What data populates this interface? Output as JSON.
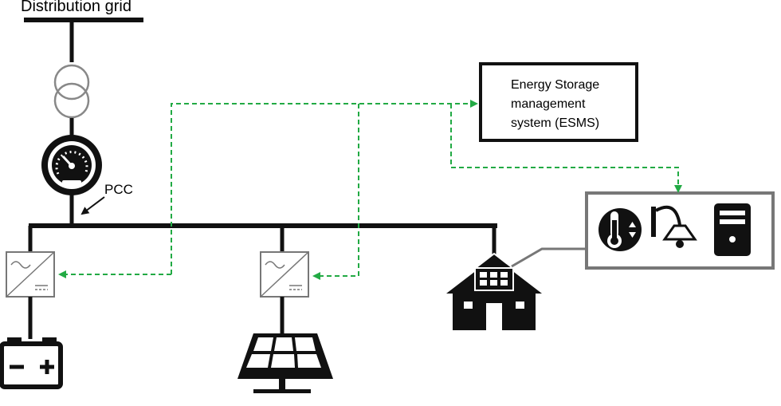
{
  "labels": {
    "distribution_grid": "Distribution grid",
    "pcc": "PCC",
    "esms": "Energy Storage\nmanagement\nsystem (ESMS)"
  },
  "colors": {
    "bus": "#111111",
    "signal": "#22aa44",
    "converter_stroke": "#777777",
    "load_panel_border": "#777777"
  },
  "icons": [
    "transformer-icon",
    "meter-icon",
    "converter-icon",
    "battery-icon",
    "solar-panel-icon",
    "house-icon",
    "thermostat-icon",
    "lamp-icon",
    "computer-tower-icon"
  ]
}
